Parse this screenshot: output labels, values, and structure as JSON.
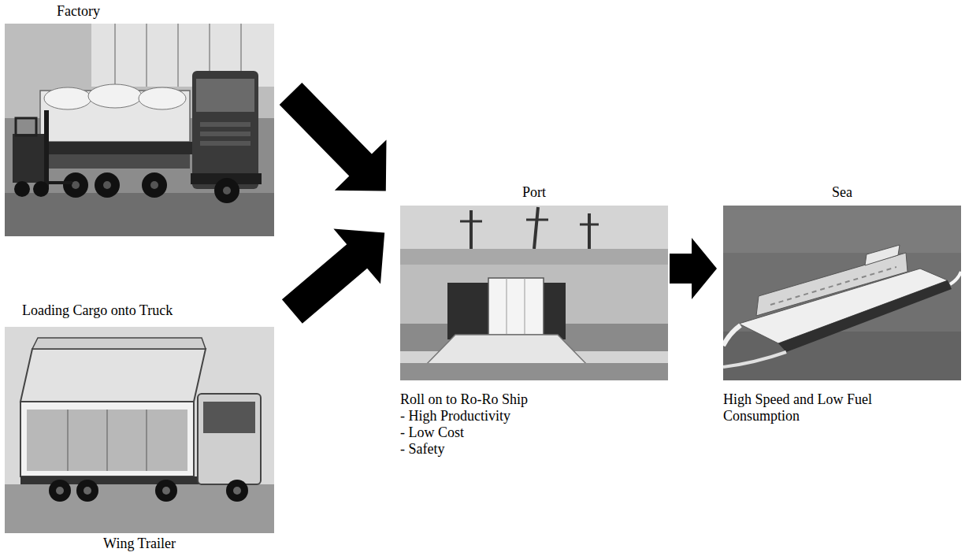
{
  "diagram": {
    "nodes": [
      {
        "text": [
          "Factory"
        ]
      },
      {
        "text": [
          "Loading Cargo onto Truck",
          "Wing Trailer"
        ]
      },
      {
        "text": [
          "Port",
          "Roll on to Ro-Ro Ship",
          "- High Productivity",
          "- Low Cost",
          "- Safety"
        ]
      },
      {
        "text": [
          "Sea",
          "High Speed and Low Fuel Consumption"
        ]
      }
    ],
    "edges": [
      {
        "from": 0,
        "to": 2,
        "arrow": "to"
      },
      {
        "from": 1,
        "to": 2,
        "arrow": "to"
      },
      {
        "from": 2,
        "to": 3,
        "arrow": "to"
      }
    ]
  }
}
